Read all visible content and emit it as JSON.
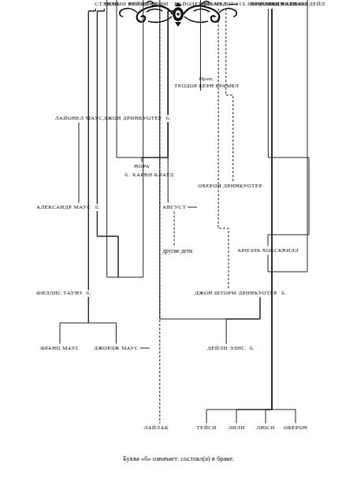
{
  "diagram": {
    "caption": "Буква «б» означает: состоял(а) в браке.",
    "nodes": [
      {
        "text": [
          "Преп.",
          "ТЕОДОР БЕРН БРАМБЛ"
        ]
      },
      {
        "text": [
          "ЛАЙОНЕЛ МАУС"
        ]
      },
      {
        "text": [
          "ДЖОН ДРИНКУОТЕР"
        ]
      },
      {
        "text": [
          "ВАЙОЛЕТ БРАМБЛ"
        ]
      },
      {
        "text": [
          "ОЛИВЕР ХОКСВИЛЛ"
        ]
      },
      {
        "text": [
          "НОРА"
        ]
      },
      {
        "text": [
          "ХАРВИ КЛАУД"
        ]
      },
      {
        "text": [
          "ОБЕРОН ДРИНКУОТЕР"
        ]
      },
      {
        "text": [
          "АЛЕКСАНДР МАУС"
        ]
      },
      {
        "text": [
          "ТИММИ ВИЛЛИ"
        ]
      },
      {
        "text": [
          "АВГУСТ"
        ]
      },
      {
        "text": [
          "ЭМИ МЕДОУЗ"
        ]
      },
      {
        "text": [
          "КРИС ВУДЗ"
        ]
      },
      {
        "text": [
          "другие дети"
        ]
      },
      {
        "text": [
          "АРИЭЛЬ ХОКСКВИЛЛ"
        ]
      },
      {
        "text": [
          "ФИЛЛИС ТАУНЗ"
        ]
      },
      {
        "text": [
          "СТЭНЛИ"
        ]
      },
      {
        "text": [
          "РЕЙМОНД"
        ]
      },
      {
        "text": [
          "ДЖОН ШТОРМ ДРИНКУОТЕР"
        ]
      },
      {
        "text": [
          "СОФИ ДЕЙЛ"
        ]
      },
      {
        "text": [
          "ФРАНЦ МАУС"
        ]
      },
      {
        "text": [
          "ДЖОРДЖ МАУС"
        ]
      },
      {
        "text": [
          "СОФИ"
        ]
      },
      {
        "text": [
          "ДЕЙЛИ ЭЛИС"
        ]
      },
      {
        "text": [
          "СМОКИ БАРНАБЛ"
        ]
      },
      {
        "text": [
          "ЛАЙЛАК"
        ]
      },
      {
        "text": [
          "ТЕЙСИ"
        ]
      },
      {
        "text": [
          "ЛИЛИ"
        ]
      },
      {
        "text": [
          "ЛЮСИ"
        ]
      },
      {
        "text": [
          "ОБЕРОН"
        ]
      }
    ],
    "edges": [
      {
        "from": 0,
        "to": 3,
        "arrow": "none"
      },
      {
        "from": 2,
        "to": 3,
        "label": "б.",
        "arrow": "none"
      },
      {
        "from": 3,
        "to": 4,
        "arrow": "none"
      },
      {
        "from": 1,
        "to": 8,
        "arrow": "none"
      },
      {
        "from": 3,
        "to": 5,
        "arrow": "none"
      },
      {
        "from": 3,
        "to": 9,
        "arrow": "none"
      },
      {
        "from": 3,
        "to": 10,
        "arrow": "none"
      },
      {
        "from": 3,
        "to": 7,
        "arrow": "none"
      },
      {
        "from": 4,
        "to": 14,
        "arrow": "none"
      },
      {
        "from": 5,
        "to": 6,
        "label": "б.",
        "arrow": "none"
      },
      {
        "from": 8,
        "to": 9,
        "label": "б.",
        "arrow": "none"
      },
      {
        "from": 10,
        "to": 11,
        "arrow": "none"
      },
      {
        "from": 11,
        "to": 12,
        "label": "б.",
        "arrow": "none"
      },
      {
        "from": 10,
        "to": 13,
        "arrow": "none"
      },
      {
        "from": 11,
        "to": 18,
        "arrow": "none"
      },
      {
        "from": 14,
        "to": 19,
        "arrow": "none"
      },
      {
        "from": 9,
        "to": 16,
        "arrow": "none"
      },
      {
        "from": 9,
        "to": 17,
        "arrow": "none"
      },
      {
        "from": 15,
        "to": 16,
        "label": "б.",
        "arrow": "none"
      },
      {
        "from": 16,
        "to": 20,
        "arrow": "none"
      },
      {
        "from": 16,
        "to": 21,
        "arrow": "none"
      },
      {
        "from": 18,
        "to": 19,
        "label": "б.",
        "arrow": "none"
      },
      {
        "from": 18,
        "to": 22,
        "arrow": "none"
      },
      {
        "from": 18,
        "to": 23,
        "arrow": "none"
      },
      {
        "from": 21,
        "to": 22,
        "arrow": "none"
      },
      {
        "from": 22,
        "to": 25,
        "arrow": "none"
      },
      {
        "from": 23,
        "to": 24,
        "label": "б.",
        "arrow": "none"
      },
      {
        "from": 24,
        "to": 26,
        "arrow": "none"
      },
      {
        "from": 24,
        "to": 27,
        "arrow": "none"
      },
      {
        "from": 24,
        "to": 28,
        "arrow": "none"
      },
      {
        "from": 24,
        "to": 29,
        "arrow": "none"
      }
    ]
  }
}
